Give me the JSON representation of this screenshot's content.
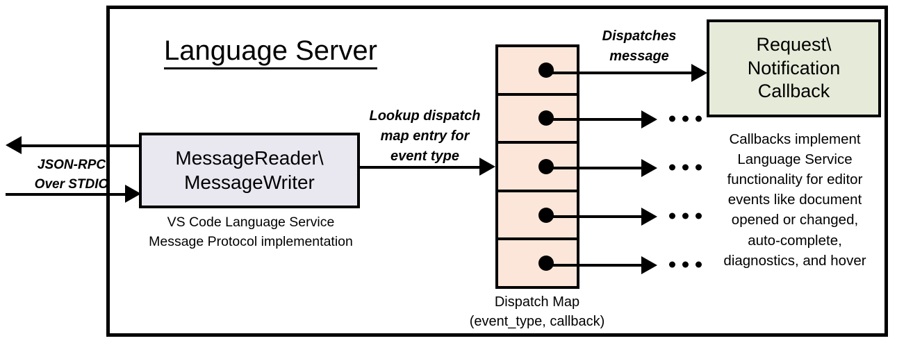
{
  "diagram": {
    "title": "Language Server",
    "external_protocol_label": "JSON-RPC\nOver STDIO",
    "external_protocol_line1": "JSON-RPC",
    "external_protocol_line2": "Over STDIO",
    "message_io": {
      "line1": "MessageReader\\",
      "line2": "MessageWriter",
      "caption_line1": "VS Code Language Service",
      "caption_line2": "Message Protocol implementation",
      "fill_color": "#E9E7F0"
    },
    "lookup_label": {
      "line1": "Lookup dispatch",
      "line2": "map entry for",
      "line3": "event type"
    },
    "dispatch_map": {
      "caption_line1": "Dispatch Map",
      "caption_line2": "(event_type, callback)",
      "fill_color": "#FBE6D9",
      "rows": [
        {
          "name": "dispatch-row-1",
          "target": "Request\\Notification Callback"
        },
        {
          "name": "dispatch-row-2",
          "target": "..."
        },
        {
          "name": "dispatch-row-3",
          "target": "..."
        },
        {
          "name": "dispatch-row-4",
          "target": "..."
        },
        {
          "name": "dispatch-row-5",
          "target": "..."
        }
      ]
    },
    "dispatches_label": {
      "line1": "Dispatches",
      "line2": "message"
    },
    "callback": {
      "line1": "Request\\",
      "line2": "Notification",
      "line3": "Callback",
      "fill_color": "#E6EBD9",
      "caption_line1": "Callbacks implement",
      "caption_line2": "Language Service",
      "caption_line3": "functionality for editor",
      "caption_line4": "events like document",
      "caption_line5": "opened or changed,",
      "caption_line6": "auto-complete,",
      "caption_line7": "diagnostics, and hover"
    }
  }
}
